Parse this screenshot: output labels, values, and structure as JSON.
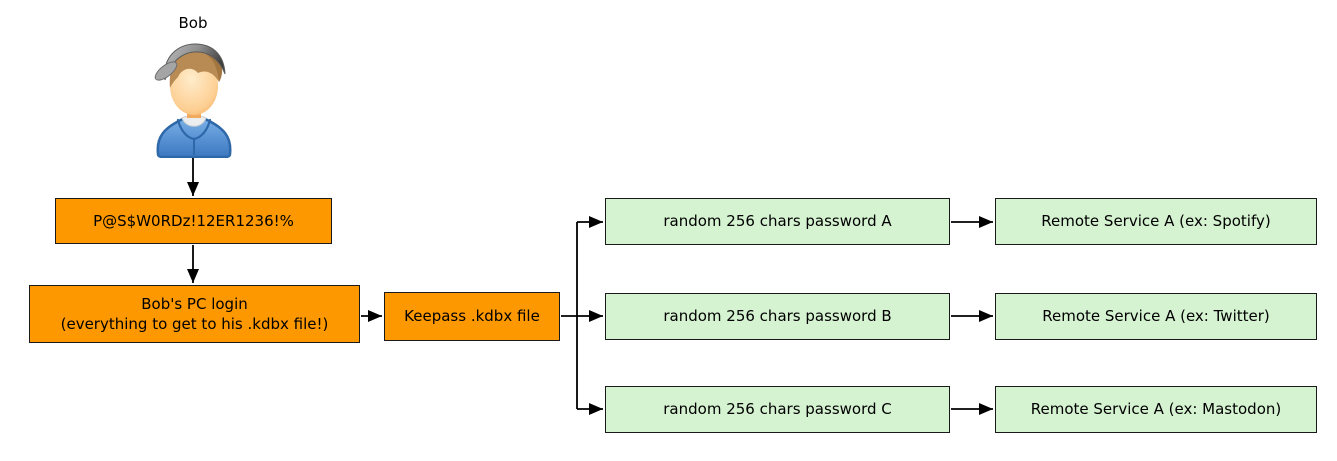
{
  "person": {
    "label": "Bob",
    "icon": "person-avatar-icon"
  },
  "credentials": {
    "master_password": "P@S$W0RDz!12ER1236!%",
    "pc_login_title": "Bob's PC login",
    "pc_login_subtitle": "(everything to get to his .kdbx file!)",
    "keepass_file": "Keepass .kdbx file"
  },
  "derived_passwords": [
    {
      "password": "random 256 chars password A",
      "service": "Remote Service A (ex: Spotify)"
    },
    {
      "password": "random 256 chars password B",
      "service": "Remote Service A (ex: Twitter)"
    },
    {
      "password": "random 256 chars password C",
      "service": "Remote Service A (ex: Mastodon)"
    }
  ],
  "colors": {
    "credential_box_fill": "#FD9800",
    "derived_box_fill": "#D5F2D1",
    "box_border": "#1a1a1a",
    "arrow": "#000000",
    "background": "#ffffff"
  }
}
